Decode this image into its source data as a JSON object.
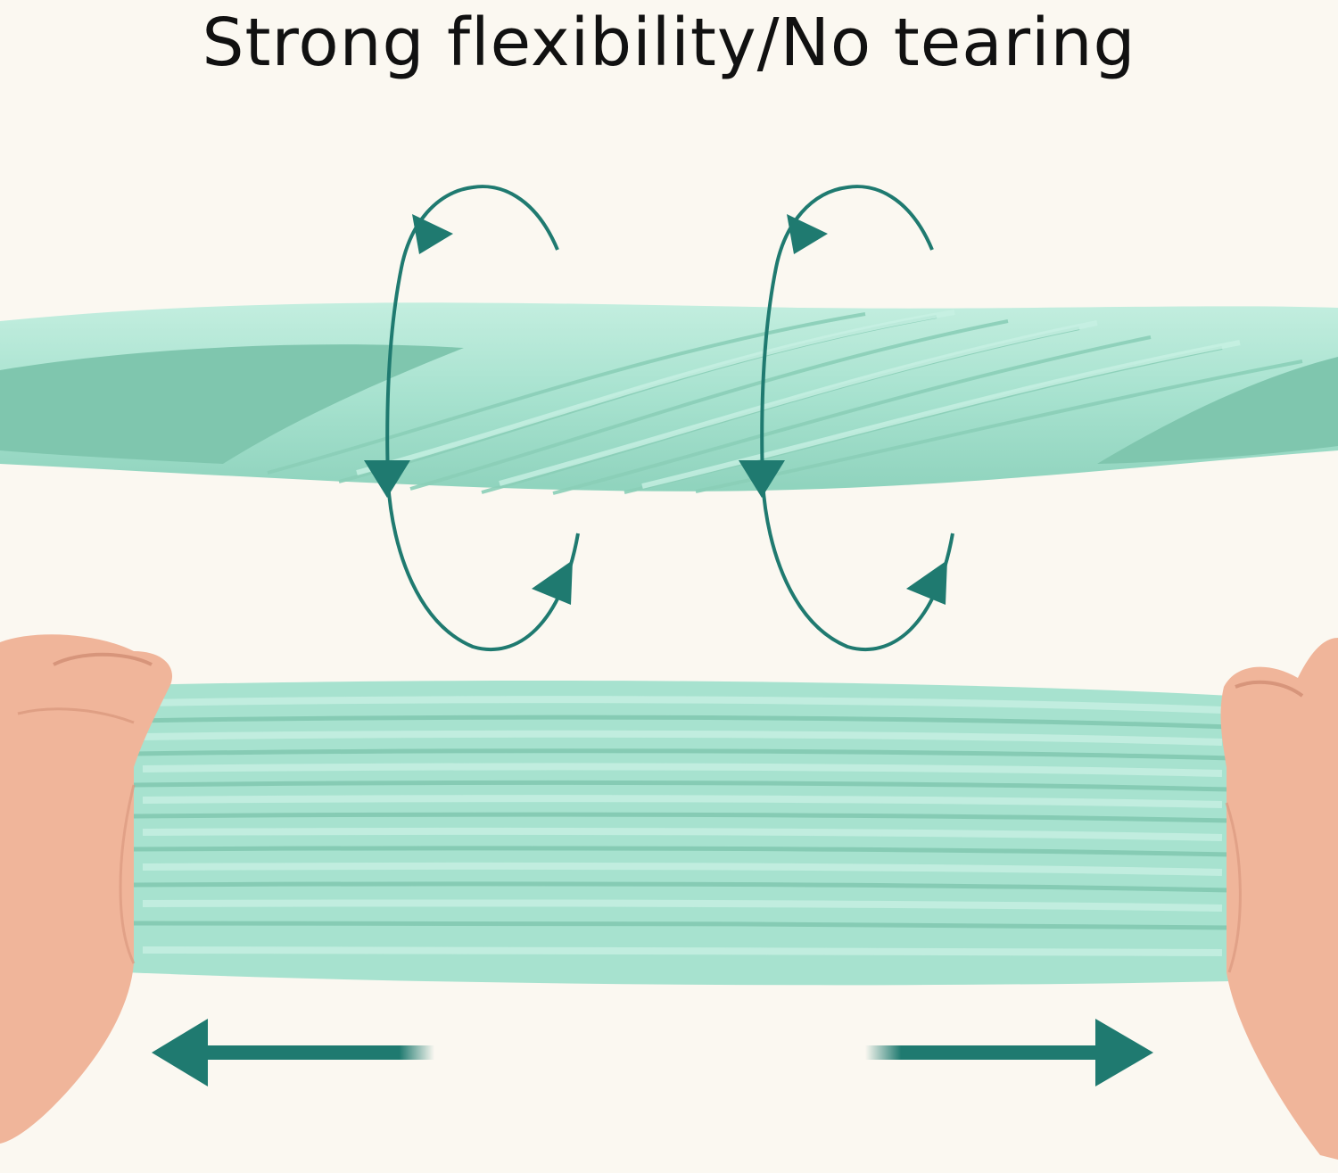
{
  "headline": "Strong flexibility/No tearing",
  "colors": {
    "background": "#fbf8f1",
    "foam": "#a7e2cf",
    "foam_shadow": "#7fc6ae",
    "foam_highlight": "#c6f0e2",
    "arrow": "#1f7a70",
    "skin": "#f0b59a"
  },
  "figure": {
    "twisted_strip": "twisted-foam-strip",
    "stretched_strip": "stretched-foam-strip",
    "left_hand": "left-hand",
    "right_hand": "right-hand"
  },
  "icons": {
    "rotate_left": "rotate-arrow-icon",
    "rotate_right": "rotate-arrow-icon",
    "pull_left": "arrow-left-icon",
    "pull_right": "arrow-right-icon"
  }
}
